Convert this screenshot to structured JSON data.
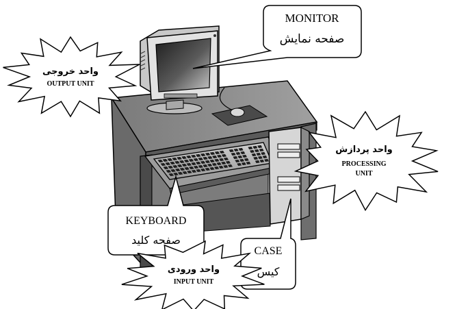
{
  "labels": {
    "monitor": {
      "en": "MONITOR",
      "fa": "صفحه نمایش"
    },
    "output_unit": {
      "fa": "واحد خروجی",
      "en": "OUTPUT UNIT"
    },
    "processing_unit": {
      "fa": "واحد پردازش",
      "en_line1": "PROCESSING",
      "en_line2": "UNIT"
    },
    "keyboard": {
      "en": "KEYBOARD",
      "fa": "صفحه کلید"
    },
    "case": {
      "en": "CASE",
      "fa": "کیس"
    },
    "input_unit": {
      "fa": "واحد ورودی",
      "en": "INPUT UNIT"
    }
  },
  "colors": {
    "outline": "#000000",
    "desk_top": "#8c8c8c",
    "desk_side": "#5e5e5e",
    "desk_dark": "#3a3a3a",
    "case_body": "#d9d9d9",
    "monitor_body": "#dcdcdc",
    "screen_dark": "#2c2c2c",
    "screen_light": "#b5b5b5",
    "keyboard_body": "#bdbdbd",
    "bubble_fill": "#ffffff"
  }
}
